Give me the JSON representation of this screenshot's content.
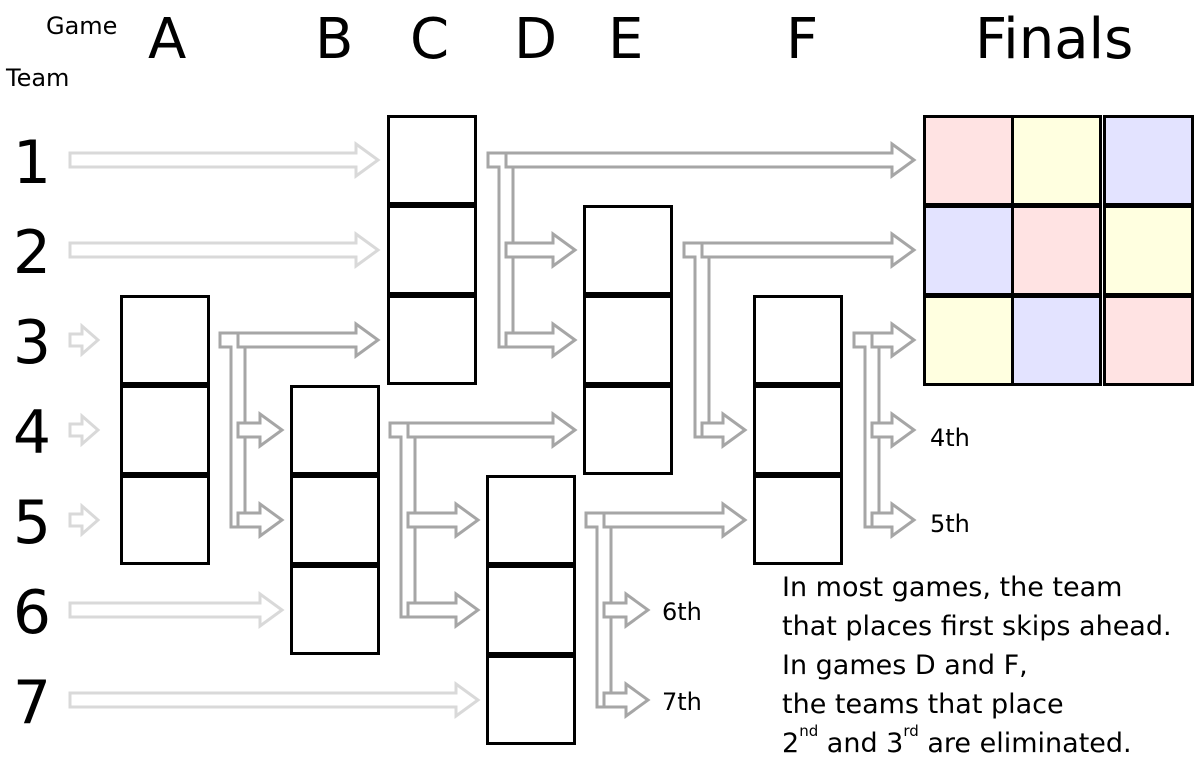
{
  "corner": {
    "game_label": "Game",
    "team_label": "Team"
  },
  "games": [
    {
      "id": "A",
      "label": "A"
    },
    {
      "id": "B",
      "label": "B"
    },
    {
      "id": "C",
      "label": "C"
    },
    {
      "id": "D",
      "label": "D"
    },
    {
      "id": "E",
      "label": "E"
    },
    {
      "id": "F",
      "label": "F"
    }
  ],
  "finals_label": "Finals",
  "teams": [
    "1",
    "2",
    "3",
    "4",
    "5",
    "6",
    "7"
  ],
  "placements": [
    "4th",
    "5th",
    "6th",
    "7th"
  ],
  "finals_grid_colors": [
    [
      "#ffe3e3",
      "#ffffe0",
      "#e3e3ff"
    ],
    [
      "#e3e3ff",
      "#ffe3e3",
      "#ffffe0"
    ],
    [
      "#ffffe0",
      "#e3e3ff",
      "#ffe3e3"
    ]
  ],
  "colors": {
    "entry_arrow": "#d9d9d9",
    "advance_arrow": "#a6a6a6",
    "outline": "#000000"
  },
  "note": {
    "line1": "In most games, the team",
    "line2": "that places first skips ahead.",
    "line3": "In games D and F,",
    "line4": "the teams that place",
    "line5_a": "2",
    "line5_sup1": "nd",
    "line5_b": " and 3",
    "line5_sup2": "rd",
    "line5_c": " are eliminated."
  }
}
